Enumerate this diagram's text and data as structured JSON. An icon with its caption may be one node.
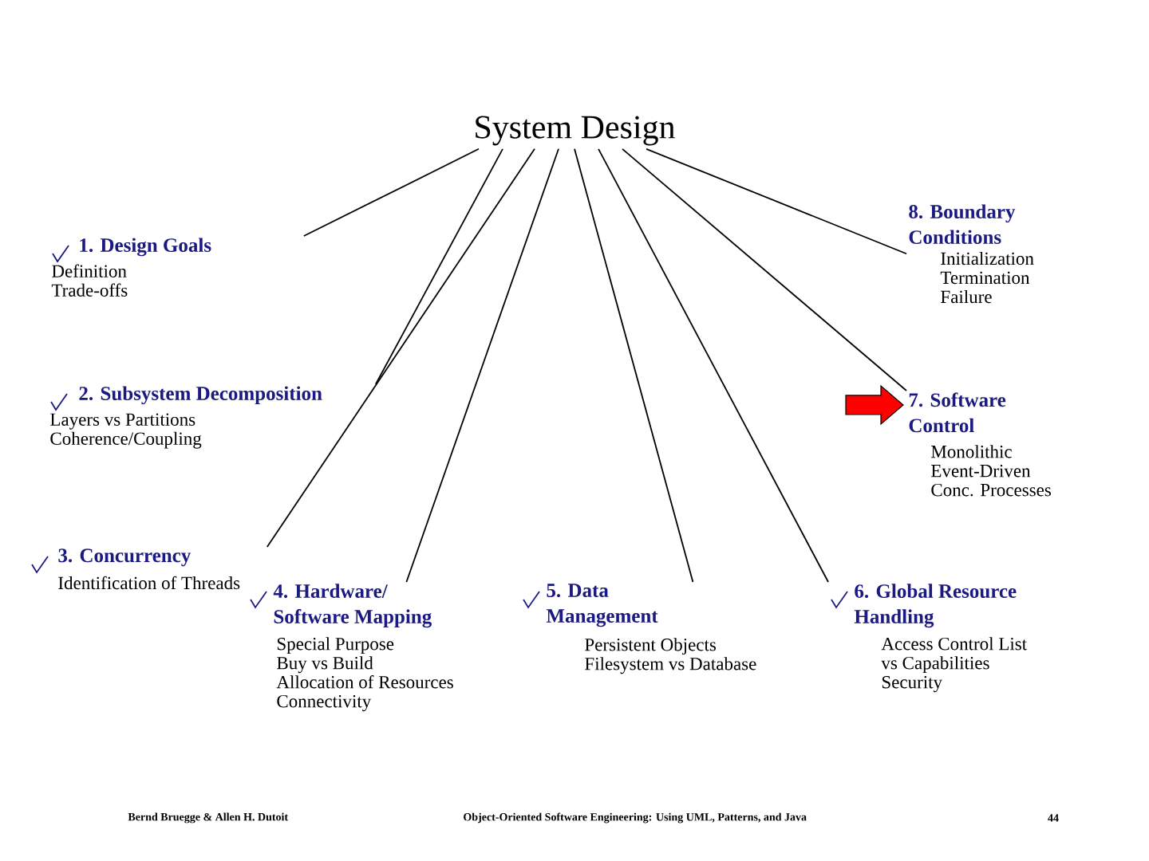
{
  "diagram": {
    "nodes": [
      {
        "text": [
          "System Design"
        ]
      },
      {
        "text": [
          "1. Design Goals",
          "Definition",
          "Trade-offs"
        ]
      },
      {
        "text": [
          "2. Subsystem Decomposition",
          "Layers vs Partitions",
          "Coherence/Coupling"
        ]
      },
      {
        "text": [
          "3. Concurrency",
          "Identification of Threads"
        ]
      },
      {
        "text": [
          "4. Hardware/ Software Mapping",
          "Special Purpose",
          "Buy vs Build",
          "Allocation of Resources",
          "Connectivity"
        ]
      },
      {
        "text": [
          "5. Data Management",
          "Persistent Objects",
          "Filesystem vs Database"
        ]
      },
      {
        "text": [
          "6. Global Resource Handling",
          "Access Control List",
          "vs Capabilities",
          "Security"
        ]
      },
      {
        "text": [
          "7. Software Control",
          "Monolithic",
          "Event-Driven",
          "Conc. Processes"
        ]
      },
      {
        "text": [
          "8. Boundary Conditions",
          "Initialization",
          "Termination",
          "Failure"
        ]
      }
    ],
    "edges": [
      {
        "from": 0,
        "to": 1,
        "arrow": "none"
      },
      {
        "from": 0,
        "to": 2,
        "arrow": "none"
      },
      {
        "from": 0,
        "to": 3,
        "arrow": "none"
      },
      {
        "from": 0,
        "to": 4,
        "arrow": "none"
      },
      {
        "from": 0,
        "to": 5,
        "arrow": "none"
      },
      {
        "from": 0,
        "to": 6,
        "arrow": "none"
      },
      {
        "from": 0,
        "to": 7,
        "arrow": "none"
      },
      {
        "from": 0,
        "to": 8,
        "arrow": "none"
      },
      {
        "from": null,
        "to": 7,
        "arrow": "to",
        "color": "#ff0000"
      }
    ],
    "labels": [
      "Bernd Bruegge & Allen H. Dutoit",
      "Object-Oriented Software Engineering: Using UML, Patterns, and Java",
      "44"
    ]
  }
}
